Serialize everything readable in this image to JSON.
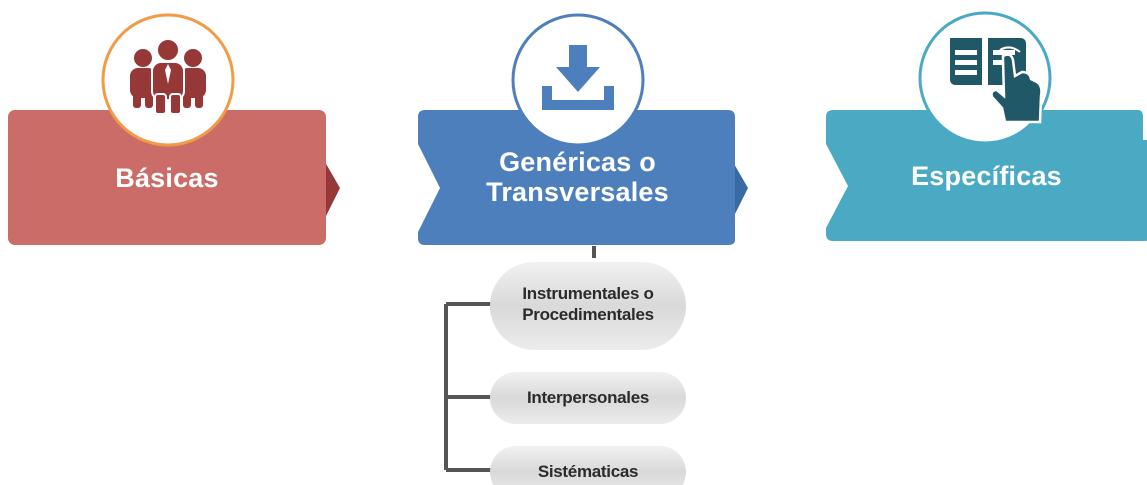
{
  "diagram": {
    "categories": [
      {
        "id": "basicas",
        "label": "Básicas",
        "icon": "team-icon",
        "color": "#cb6c69",
        "ring_color": "#f19b47"
      },
      {
        "id": "genericas",
        "label_line1": "Genéricas o",
        "label_line2": "Transversales",
        "icon": "download-icon",
        "color": "#4e7fbd",
        "ring_color": "#4e7fbd"
      },
      {
        "id": "especificas",
        "label": "Específicas",
        "icon": "book-touch-icon",
        "color": "#4aaac4",
        "ring_color": "#4aaac4"
      }
    ],
    "sub_items": [
      {
        "line1": "Instrumentales o",
        "line2": "Procedimentales"
      },
      {
        "label": "Interpersonales"
      },
      {
        "label": "Sistématicas"
      }
    ]
  }
}
